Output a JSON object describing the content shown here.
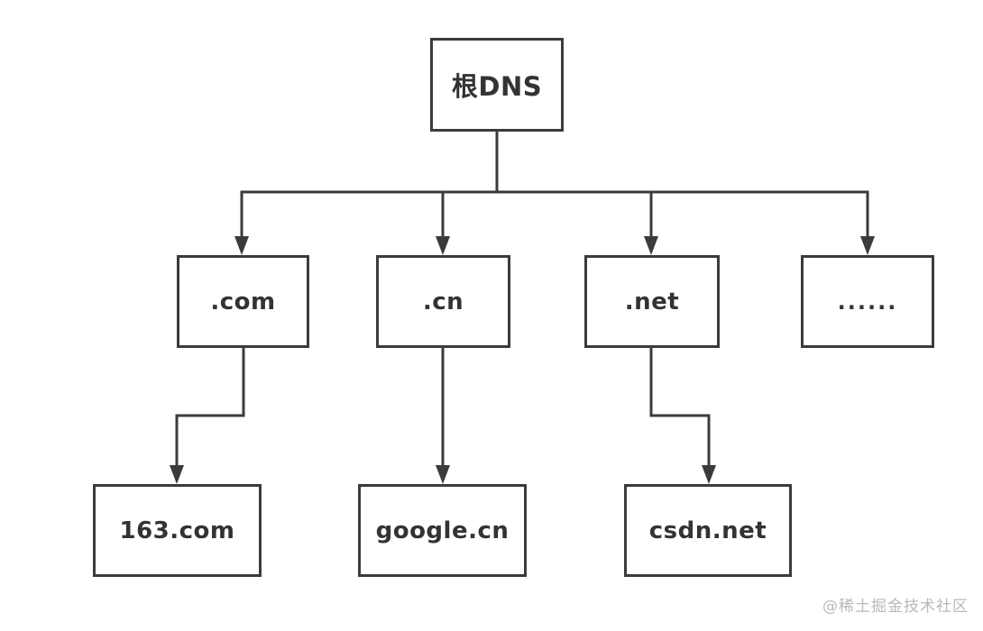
{
  "diagram": {
    "type": "tree",
    "description": "DNS hierarchy diagram",
    "nodes": {
      "root": "根DNS",
      "com": ".com",
      "cn": ".cn",
      "net": ".net",
      "more": "......",
      "com_child": "163.com",
      "cn_child": "google.cn",
      "net_child": "csdn.net"
    },
    "edges": [
      {
        "from": "根DNS",
        "to": ".com"
      },
      {
        "from": "根DNS",
        "to": ".cn"
      },
      {
        "from": "根DNS",
        "to": ".net"
      },
      {
        "from": "根DNS",
        "to": "......"
      },
      {
        "from": ".com",
        "to": "163.com"
      },
      {
        "from": ".cn",
        "to": "google.cn"
      },
      {
        "from": ".net",
        "to": "csdn.net"
      }
    ],
    "colors": {
      "line": "#3b3b3b",
      "text": "#333333",
      "background": "#ffffff",
      "watermark": "#b9b9b9"
    }
  },
  "watermark": {
    "text": "@稀土掘金技术社区"
  }
}
